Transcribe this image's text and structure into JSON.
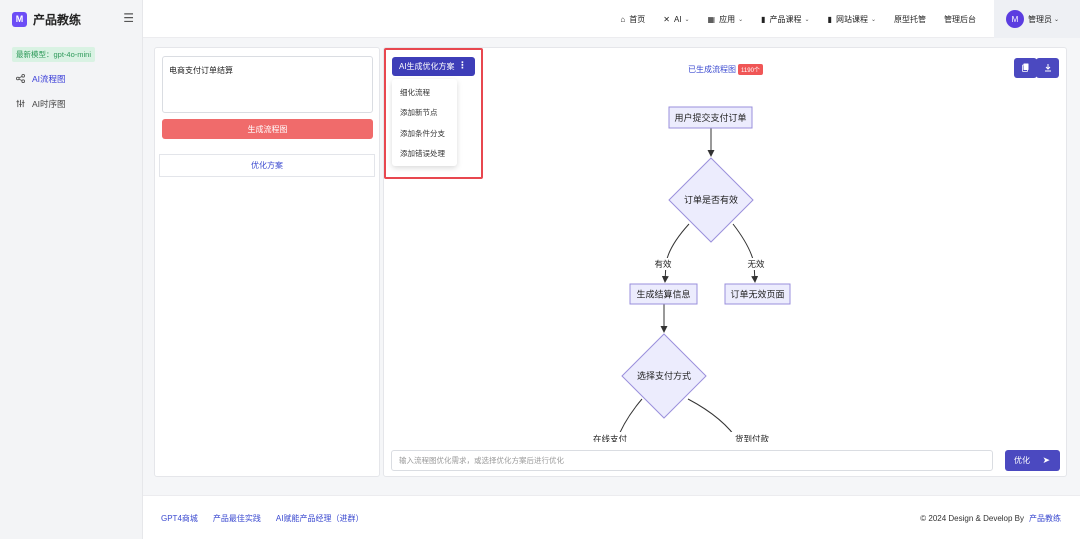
{
  "sidebar": {
    "brand_name": "产品教练",
    "brand_logo_text": "M",
    "model_badge": "最新模型：gpt-4o-mini",
    "items": [
      {
        "label": "AI流程图",
        "icon": "share-icon",
        "active": true
      },
      {
        "label": "AI时序图",
        "icon": "sliders-icon",
        "active": false
      }
    ]
  },
  "topnav": {
    "items": [
      {
        "label": "首页",
        "icon": "home-icon",
        "chevron": false
      },
      {
        "label": "AI",
        "icon": "tools-icon",
        "chevron": true
      },
      {
        "label": "应用",
        "icon": "grid-icon",
        "chevron": true
      },
      {
        "label": "产品课程",
        "icon": "book-icon",
        "chevron": true
      },
      {
        "label": "网站课程",
        "icon": "book-icon",
        "chevron": true
      },
      {
        "label": "原型托管",
        "icon": "",
        "chevron": false
      },
      {
        "label": "管理后台",
        "icon": "",
        "chevron": false
      }
    ],
    "user_name": "管理员",
    "avatar_text": "M"
  },
  "left": {
    "textarea_value": "电商支付订单结算",
    "generate_label": "生成流程图",
    "optimize_tab": "优化方案"
  },
  "main": {
    "ai_dropdown_label": "AI生成优化方案",
    "dropdown_items": [
      "细化流程",
      "添加新节点",
      "添加条件分支",
      "添加错误处理"
    ],
    "generated_label": "已生成流程图",
    "generated_count": "1190个",
    "input_placeholder": "输入流程图优化需求，或选择优化方案后进行优化",
    "optimize_button": "优化"
  },
  "flowchart": {
    "nodes": {
      "n1": "用户提交支付订单",
      "d1": "订单是否有效",
      "n2": "生成结算信息",
      "n3": "订单无效页面",
      "d2": "选择支付方式"
    },
    "edges": {
      "valid": "有效",
      "invalid": "无效",
      "online": "在线支付",
      "cod": "货到付款"
    }
  },
  "footer": {
    "links": [
      "GPT4商城",
      "产品最佳实践",
      "AI赋能产品经理（进群）"
    ],
    "copyright": "© 2024 Design & Develop By",
    "copyright_brand": "产品教练"
  },
  "colors": {
    "accent": "#4b49c0",
    "generate": "#f06b6b",
    "node_fill": "#ececfd",
    "node_stroke": "#9a8fdc",
    "highlight": "#e8474f"
  }
}
